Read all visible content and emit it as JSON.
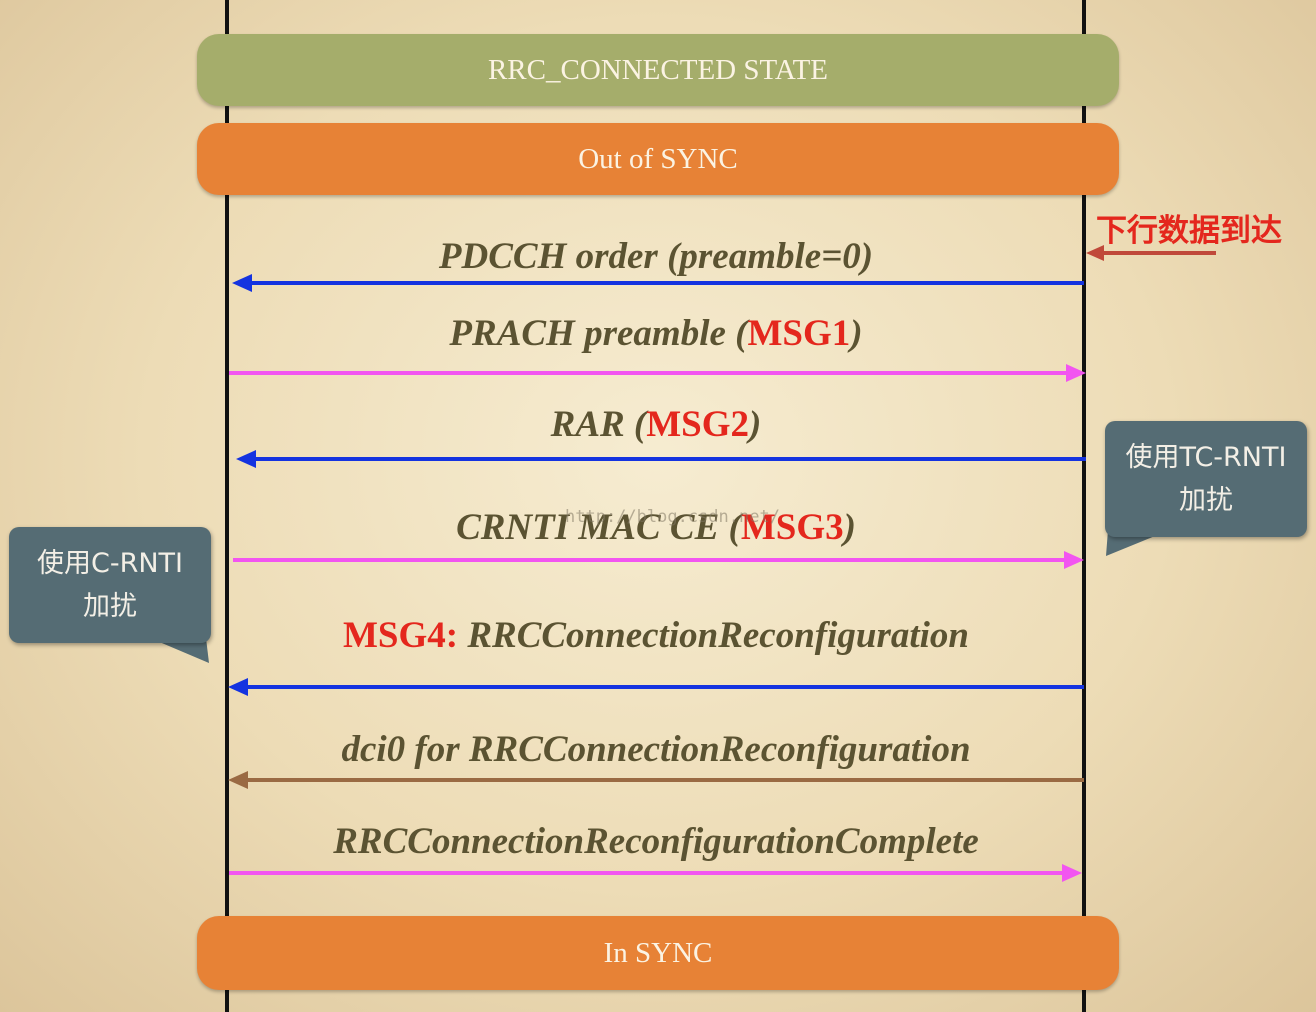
{
  "bands": {
    "rrc_connected": "RRC_CONNECTED STATE",
    "out_of_sync": "Out of SYNC",
    "in_sync": "In SYNC"
  },
  "messages": {
    "pdcch": {
      "text": "PDCCH order (preamble=0)"
    },
    "prach": {
      "prefix": "PRACH preamble (",
      "accent": "MSG1",
      "suffix": ")"
    },
    "rar": {
      "prefix": "RAR (",
      "accent": "MSG2",
      "suffix": ")"
    },
    "crnti": {
      "prefix": "CRNTI MAC CE (",
      "accent": "MSG3",
      "suffix": ")"
    },
    "msg4": {
      "accent": "MSG4:",
      "suffix": " RRCConnectionReconfiguration"
    },
    "dci0": {
      "text": "dci0 for RRCConnectionReconfiguration"
    },
    "complete": {
      "text": "RRCConnectionReconfigurationComplete"
    }
  },
  "annotations": {
    "downlink_arrival": "下行数据到达",
    "tc_rnti_line1": "使用TC-RNTI",
    "tc_rnti_line2": "加扰",
    "c_rnti_line1": "使用C-RNTI",
    "c_rnti_line2": "加扰"
  },
  "watermark": "http://blog.csdn.net/",
  "colors": {
    "downlink_arrow": "#1433e0",
    "uplink_arrow": "#f255f0",
    "dci_arrow": "#9a6a43",
    "note_arrow": "#c0493a",
    "accent_text": "#e4271d"
  }
}
